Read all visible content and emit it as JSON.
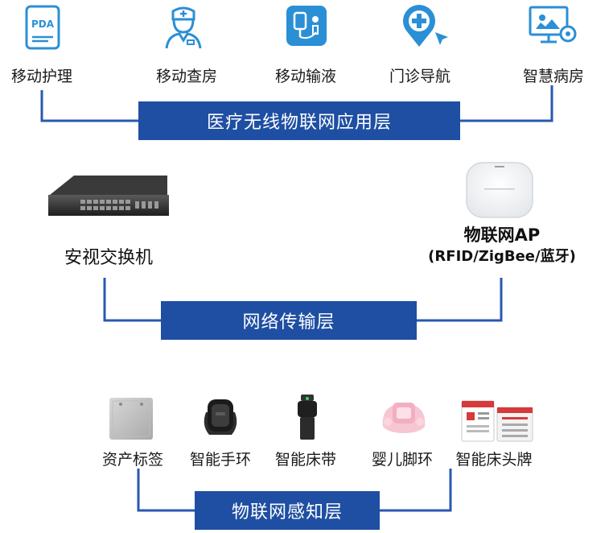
{
  "layers": {
    "application": "医疗无线物联网应用层",
    "transport": "网络传输层",
    "perception": "物联网感知层"
  },
  "apps": [
    {
      "label": "移动护理",
      "icon": "pda-tablet-icon"
    },
    {
      "label": "移动查房",
      "icon": "nurse-icon"
    },
    {
      "label": "移动输液",
      "icon": "infusion-icon"
    },
    {
      "label": "门诊导航",
      "icon": "navigation-pin-icon"
    },
    {
      "label": "智慧病房",
      "icon": "smart-ward-icon"
    }
  ],
  "pda_text": "PDA",
  "devices": {
    "switch": "安视交换机",
    "ap_title": "物联网AP",
    "ap_sub": "(RFID/ZigBee/蓝牙)"
  },
  "sensors": [
    {
      "label": "资产标签",
      "icon": "asset-tag-icon"
    },
    {
      "label": "智能手环",
      "icon": "smart-wristband-icon"
    },
    {
      "label": "智能床带",
      "icon": "smart-bed-belt-icon"
    },
    {
      "label": "婴儿脚环",
      "icon": "baby-anklet-icon"
    },
    {
      "label": "智能床头牌",
      "icon": "bedside-card-icon"
    }
  ],
  "colors": {
    "bar": "#1f4fa3",
    "line": "#2a58b0",
    "icon": "#2b8fd6"
  }
}
